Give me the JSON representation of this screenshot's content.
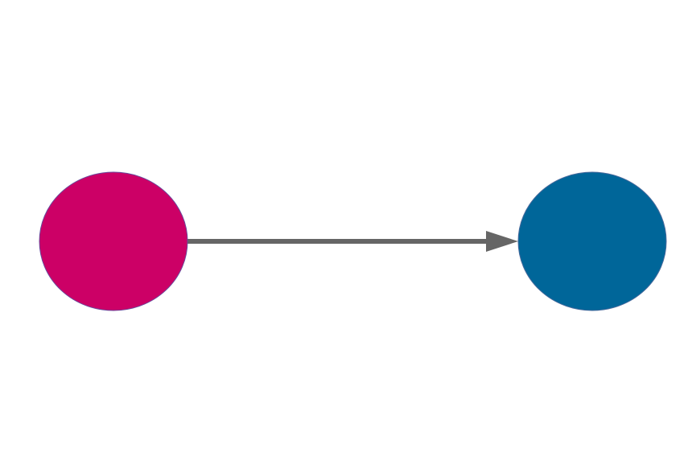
{
  "diagram": {
    "type": "node-link",
    "background_color": "#ffffff",
    "nodes": [
      {
        "id": "node-a",
        "label": "",
        "fill_color": "#cc0066",
        "stroke_color": "#6a4a9c",
        "shape": "ellipse"
      },
      {
        "id": "node-b",
        "label": "",
        "fill_color": "#006699",
        "stroke_color": "#4a6a9c",
        "shape": "ellipse"
      }
    ],
    "edges": [
      {
        "from": "node-a",
        "to": "node-b",
        "color": "#666666",
        "directed": true,
        "label": ""
      }
    ]
  }
}
